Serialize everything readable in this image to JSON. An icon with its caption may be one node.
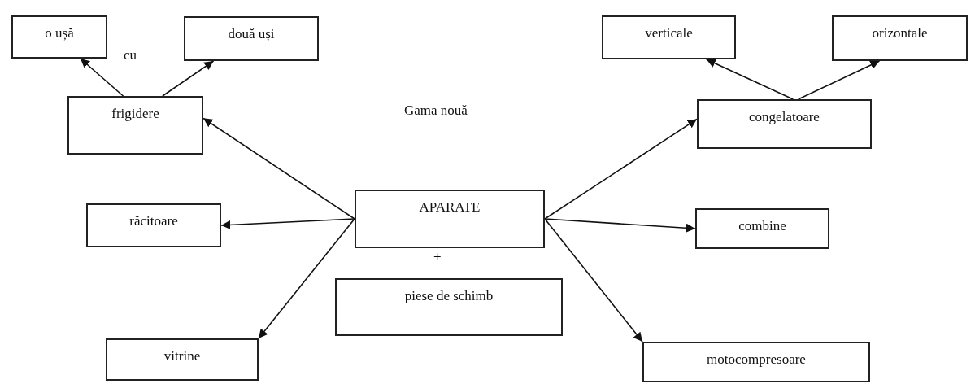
{
  "diagram": {
    "nodes": [
      {
        "text": [
          "o ușă"
        ]
      },
      {
        "text": [
          "două uși"
        ]
      },
      {
        "text": [
          "frigidere"
        ]
      },
      {
        "text": [
          "verticale"
        ]
      },
      {
        "text": [
          "orizontale"
        ]
      },
      {
        "text": [
          "congelatoare"
        ]
      },
      {
        "text": [
          "APARATE"
        ]
      },
      {
        "text": [
          "răcitoare"
        ]
      },
      {
        "text": [
          "combine"
        ]
      },
      {
        "text": [
          "piese de schimb"
        ]
      },
      {
        "text": [
          "vitrine"
        ]
      },
      {
        "text": [
          "motocompresoare"
        ]
      }
    ],
    "edges": [
      {
        "from": 6,
        "to": 2,
        "arrow": "to"
      },
      {
        "from": 6,
        "to": 7,
        "arrow": "to"
      },
      {
        "from": 6,
        "to": 10,
        "arrow": "to"
      },
      {
        "from": 6,
        "to": 5,
        "arrow": "to"
      },
      {
        "from": 6,
        "to": 8,
        "arrow": "to"
      },
      {
        "from": 6,
        "to": 11,
        "arrow": "to"
      },
      {
        "from": 2,
        "to": 0,
        "arrow": "to"
      },
      {
        "from": 2,
        "to": 1,
        "arrow": "to"
      },
      {
        "from": 5,
        "to": 3,
        "arrow": "to"
      },
      {
        "from": 5,
        "to": 4,
        "arrow": "to"
      }
    ],
    "labels": [
      "cu",
      "Gama nouă",
      "+"
    ]
  }
}
